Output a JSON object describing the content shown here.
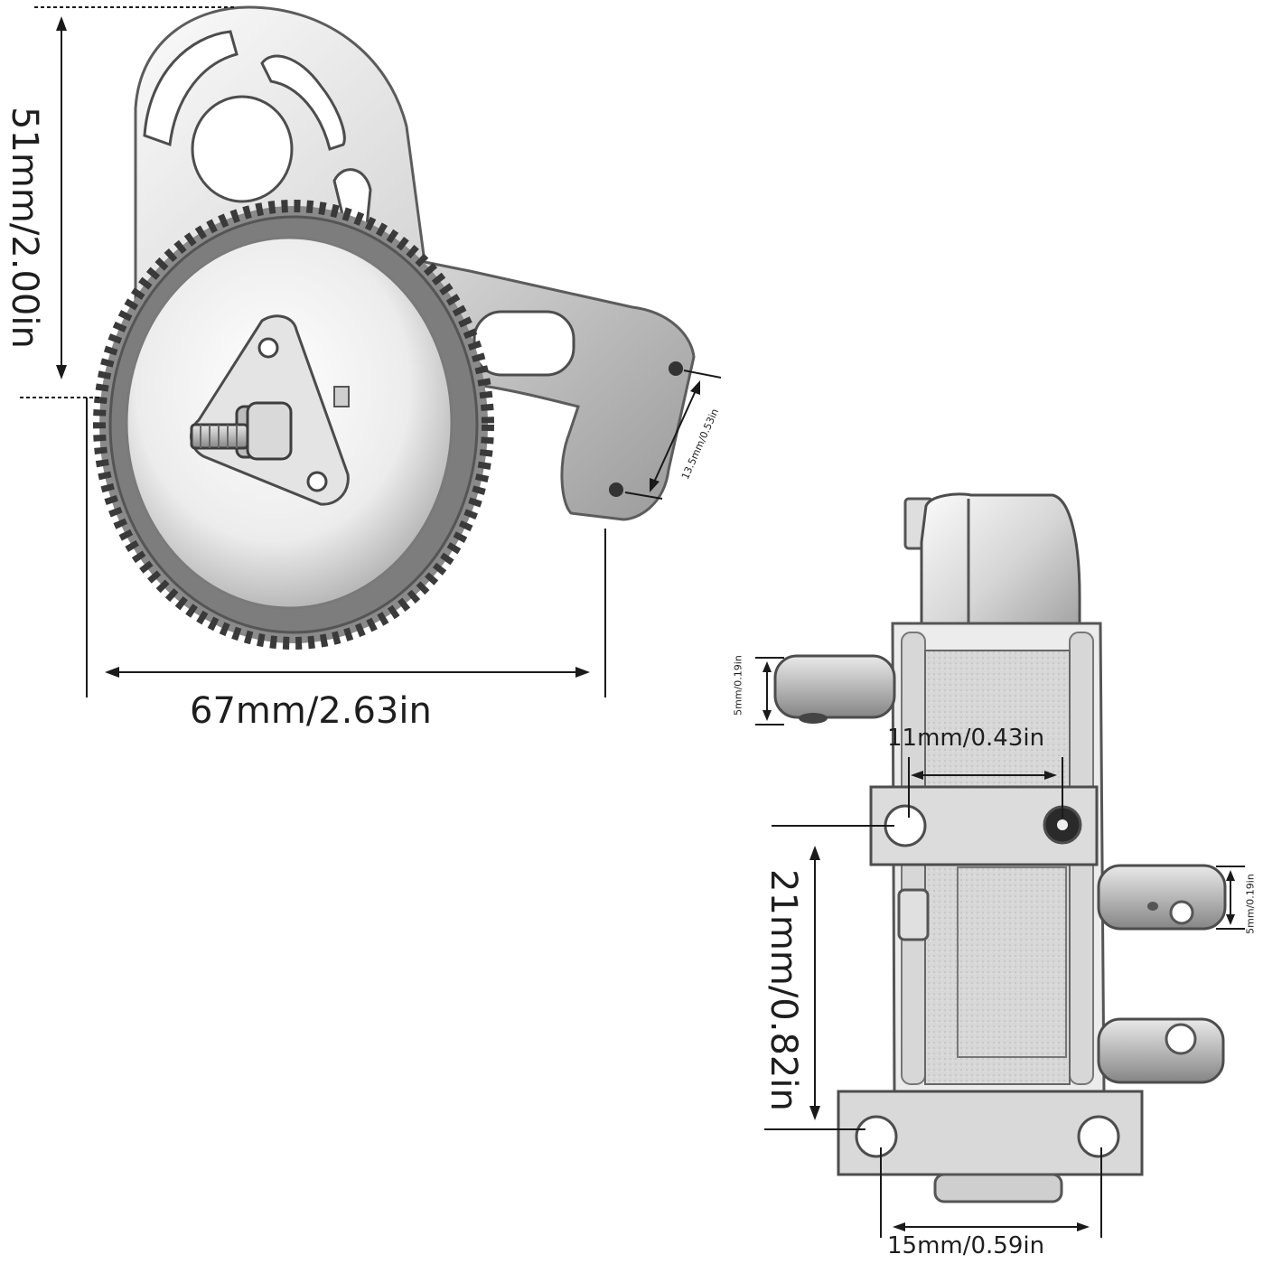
{
  "title": "",
  "dimensions": {
    "height_label": "51mm/2.00in",
    "width_label": "67mm/2.63in",
    "mount_hole_spacing_label": "13.5mm/0.53in",
    "shaft_left_label": "5mm/0.19in",
    "top_hole_spacing_label": "11mm/0.43in",
    "shaft_right_label": "5mm/0.19in",
    "plate_height_label": "21mm/0.82in",
    "bottom_hole_spacing_label": "15mm/0.59in"
  },
  "colors": {
    "metal_light": "#f2f2f2",
    "metal_mid": "#c9c9c9",
    "metal_dark": "#6e6e6e",
    "line": "#1a1a1a"
  }
}
